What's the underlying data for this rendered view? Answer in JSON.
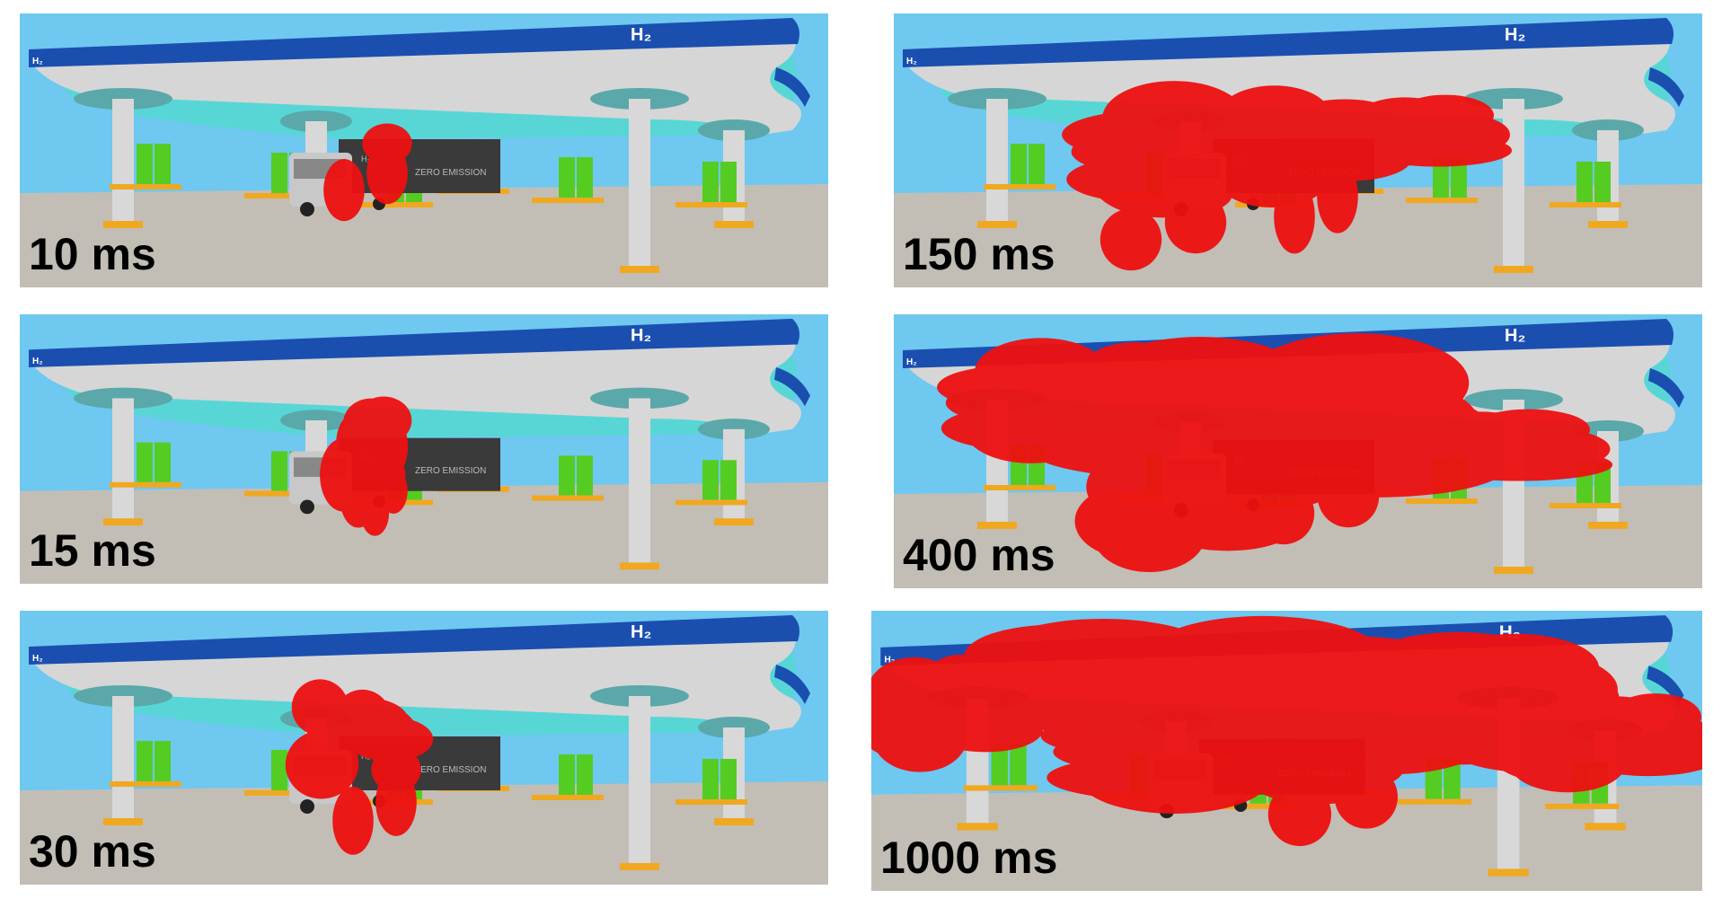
{
  "canopy_sign": "H₂",
  "canopy_sign_small": "H₂",
  "truck_text": "H₂",
  "truck_text_2": "ZERO EMISSION",
  "panels": [
    {
      "label": "10 ms",
      "cloud_stage": 1
    },
    {
      "label": "150 ms",
      "cloud_stage": 4
    },
    {
      "label": "15 ms",
      "cloud_stage": 2
    },
    {
      "label": "400 ms",
      "cloud_stage": 5
    },
    {
      "label": "30 ms",
      "cloud_stage": 3
    },
    {
      "label": "1000 ms",
      "cloud_stage": 6
    }
  ],
  "colors": {
    "sky": "#6ec8f0",
    "ground": "#c2beb6",
    "canopy_band": "#1a4fb0",
    "canopy_face": "#d6d6d6",
    "canopy_under": "#58d6d6",
    "column": "#d8d8d8",
    "dispenser": "#55cc22",
    "base_plate": "#f0a820",
    "cloud": "#ee1010",
    "truck_cab": "#c8c8c8",
    "trailer": "#3a3a3a"
  }
}
